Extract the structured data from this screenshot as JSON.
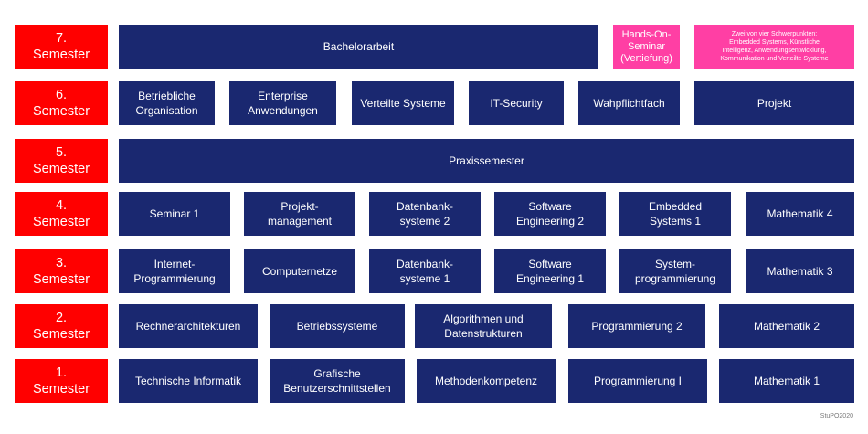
{
  "semesters": [
    {
      "num": "7.",
      "label": "Semester"
    },
    {
      "num": "6.",
      "label": "Semester"
    },
    {
      "num": "5.",
      "label": "Semester"
    },
    {
      "num": "4.",
      "label": "Semester"
    },
    {
      "num": "3.",
      "label": "Semester"
    },
    {
      "num": "2.",
      "label": "Semester"
    },
    {
      "num": "1.",
      "label": "Semester"
    }
  ],
  "row7": {
    "bachelor": "Bachelorarbeit",
    "hands_on": "Hands-On-\nSeminar\n(Vertiefung)",
    "focus": "Zwei von vier Schwerpunkten:\nEmbedded Systems, Künstliche\nIntelligenz, Anwendungsentwicklung,\nKommunikation und Verteilte Systeme"
  },
  "row6": [
    "Betriebliche\nOrganisation",
    "Enterprise\nAnwendungen",
    "Verteilte Systeme",
    "IT-Security",
    "Wahpflichtfach",
    "Projekt"
  ],
  "row5": {
    "praxis": "Praxissemester"
  },
  "row4": [
    "Seminar 1",
    "Projekt-\nmanagement",
    "Datenbank-\nsysteme 2",
    "Software\nEngineering 2",
    "Embedded\nSystems 1",
    "Mathematik 4"
  ],
  "row3": [
    "Internet-\nProgrammierung",
    "Computernetze",
    "Datenbank-\nsysteme 1",
    "Software\nEngineering 1",
    "System-\nprogrammierung",
    "Mathematik 3"
  ],
  "row2": [
    "Rechnerarchitekturen",
    "Betriebssysteme",
    "Algorithmen und\nDatenstrukturen",
    "Programmierung 2",
    "Mathematik 2"
  ],
  "row1": [
    "Technische Informatik",
    "Grafische\nBenutzerschnittstellen",
    "Methodenkompetenz",
    "Programmierung I",
    "Mathematik 1"
  ],
  "footer": "StuPO2020"
}
